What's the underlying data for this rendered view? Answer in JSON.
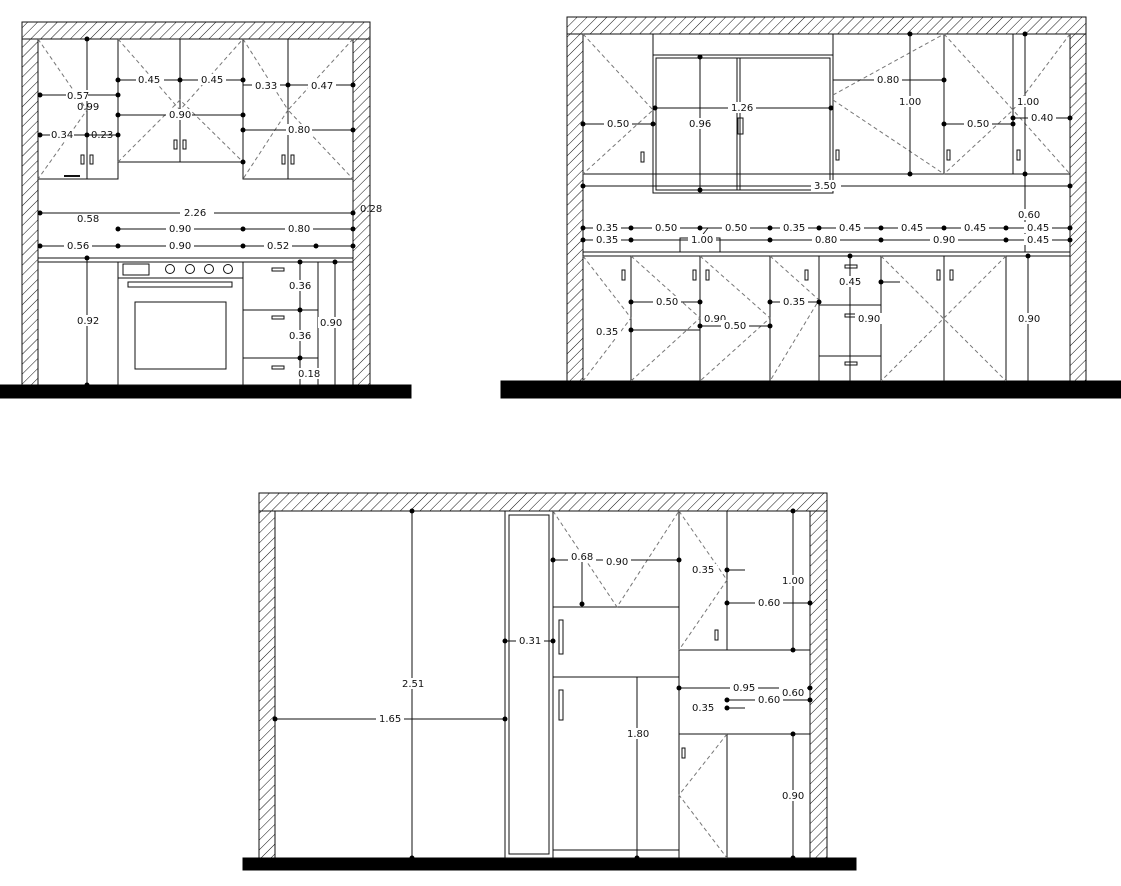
{
  "colors": {
    "line": "#111111",
    "ground": "#000000",
    "background": "#ffffff",
    "dashed": "#777777"
  },
  "elevation_1": {
    "labels": {
      "d057": "0.57",
      "d099": "0.99",
      "d034": "0.34",
      "d023": "0.23",
      "d045a": "0.45",
      "d045b": "0.45",
      "d090top": "0.90",
      "d033": "0.33",
      "d047": "0.47",
      "d080top": "0.80",
      "d058": "0.58",
      "d226": "2.26",
      "d028": "0.28",
      "d090mid": "0.90",
      "d080mid": "0.80",
      "d056": "0.56",
      "d090low": "0.90",
      "d052": "0.52",
      "d092": "0.92",
      "d036a": "0.36",
      "d036b": "0.36",
      "d090side": "0.90",
      "d018": "0.18"
    }
  },
  "elevation_2": {
    "labels": {
      "d050w": "0.50",
      "d126": "1.26",
      "d096": "0.96",
      "d080u": "0.80",
      "d100a": "1.00",
      "d050u": "0.50",
      "d100b": "1.00",
      "d040": "0.40",
      "d350": "3.50",
      "d060": "0.60",
      "r1a": "0.35",
      "r1b": "0.50",
      "r1c": "0.50",
      "r1d": "0.35",
      "r1e": "0.45",
      "r1f": "0.45",
      "r1g": "0.45",
      "r1h": "0.45",
      "r2a": "0.35",
      "r2b": "1.00",
      "r2c": "0.80",
      "r2d": "0.90",
      "r2e": "0.45",
      "d045dr": "0.45",
      "d050l": "0.50",
      "d035l": "0.35",
      "d090l": "0.90",
      "d050l2": "0.50",
      "d090dr": "0.90",
      "d035ll": "0.35",
      "d090r": "0.90"
    }
  },
  "elevation_3": {
    "labels": {
      "d251": "2.51",
      "d165": "1.65",
      "d031": "0.31",
      "d068": "0.68",
      "d090top": "0.90",
      "d035a": "0.35",
      "d100": "1.00",
      "d060a": "0.60",
      "d095": "0.95",
      "d060b": "0.60",
      "d060c": "0.60",
      "d035b": "0.35",
      "d180": "1.80",
      "d090b": "0.90"
    }
  }
}
